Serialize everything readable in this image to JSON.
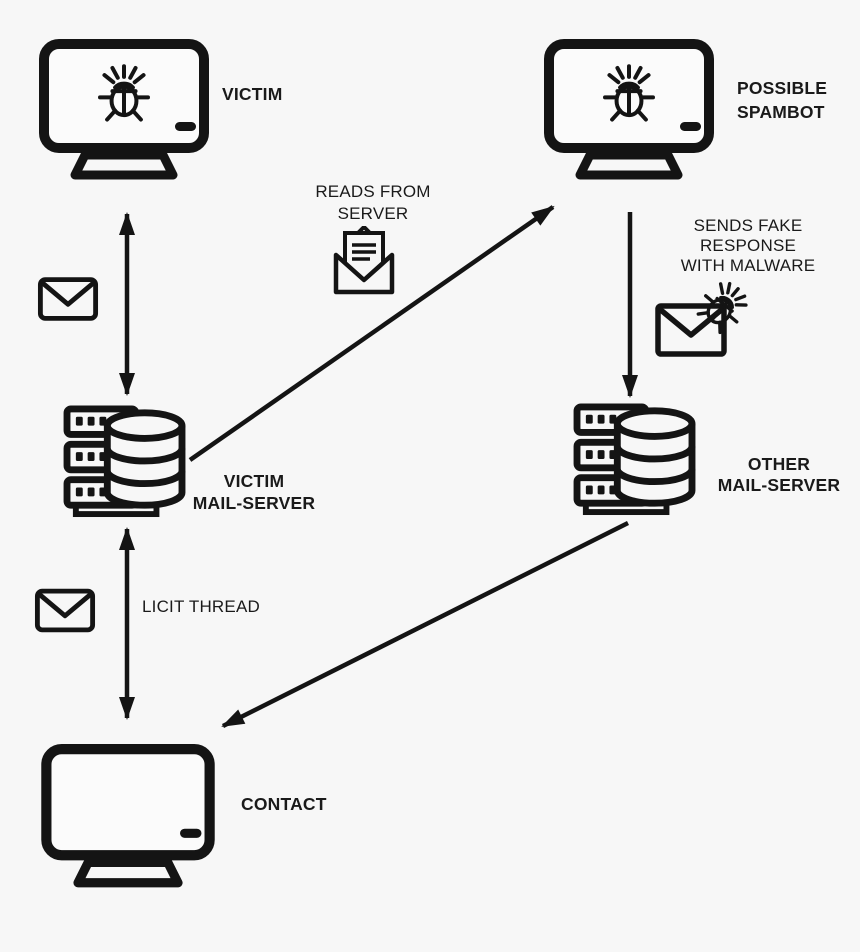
{
  "colors": {
    "background": "#f7f7f7",
    "ink": "#141414"
  },
  "nodes": {
    "victim": {
      "label": "VICTIM",
      "icon": "monitor-bug-icon"
    },
    "possible_spambot": {
      "label": "POSSIBLE\nSPAMBOT",
      "icon": "monitor-bug-icon"
    },
    "victim_mail_server": {
      "label": "VICTIM\nMAIL-SERVER",
      "icon": "mail-server-icon"
    },
    "other_mail_server": {
      "label": "OTHER\nMAIL-SERVER",
      "icon": "mail-server-icon"
    },
    "contact": {
      "label": "CONTACT",
      "icon": "monitor-icon"
    }
  },
  "edges": {
    "victim_to_victim_mail_server": {
      "from": "victim",
      "to": "victim_mail_server",
      "direction": "bidirectional",
      "icon": "envelope-icon"
    },
    "reads_from_server": {
      "from": "victim_mail_server",
      "to": "possible_spambot",
      "direction": "one-way",
      "label": "READS FROM\nSERVER",
      "icon": "open-envelope-icon"
    },
    "sends_fake_response": {
      "from": "possible_spambot",
      "to": "other_mail_server",
      "direction": "one-way",
      "label": "SENDS FAKE\nRESPONSE\nWITH MALWARE",
      "icon": "envelope-malware-icon"
    },
    "other_mail_server_to_contact": {
      "from": "other_mail_server",
      "to": "contact",
      "direction": "one-way"
    },
    "licit_thread": {
      "from": "victim_mail_server",
      "to": "contact",
      "direction": "bidirectional",
      "label": "LICIT THREAD",
      "icon": "envelope-icon"
    }
  }
}
